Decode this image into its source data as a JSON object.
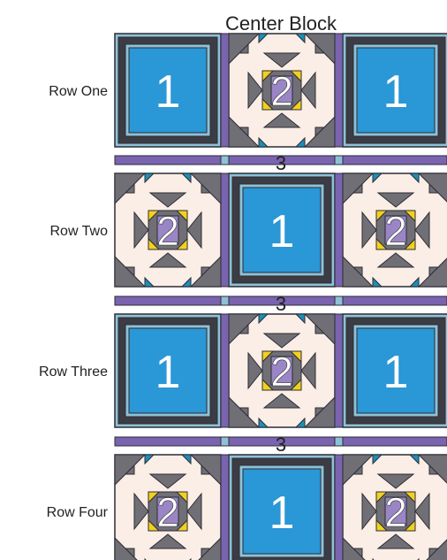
{
  "title": "Center Block",
  "rows": [
    {
      "label": "Row One",
      "blocks": [
        "1",
        "2",
        "1"
      ]
    },
    {
      "label": "Row Two",
      "blocks": [
        "2",
        "1",
        "2"
      ]
    },
    {
      "label": "Row Three",
      "blocks": [
        "1",
        "2",
        "1"
      ]
    },
    {
      "label": "Row Four",
      "blocks": [
        "2",
        "1",
        "2"
      ]
    }
  ],
  "sashing": [
    "3",
    "3",
    "3"
  ],
  "colors": {
    "block1_fill": "#2a97d6",
    "block1_frame_dark": "#3c3c44",
    "block1_frame_light": "#8ec1d6",
    "block2_background": "#fbeee6",
    "block2_corner": "#6f6f75",
    "block2_accent": "#1c8fb8",
    "block2_center": "#9a86c6",
    "block2_triangle": "#f2d11e",
    "sashing": "#7a64b0",
    "sashing_light": "#8ec1d6",
    "outline": "#2c2c34"
  }
}
